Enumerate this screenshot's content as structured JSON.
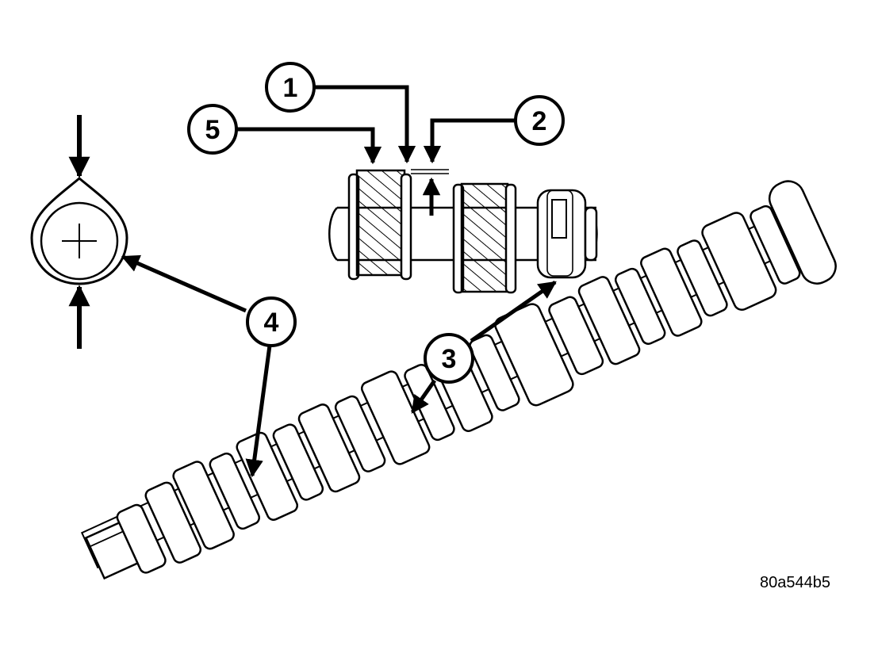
{
  "figure": {
    "reference_code": "80a544b5",
    "callouts": [
      {
        "id": "1",
        "label": "1"
      },
      {
        "id": "2",
        "label": "2"
      },
      {
        "id": "3",
        "label": "3"
      },
      {
        "id": "4",
        "label": "4"
      },
      {
        "id": "5",
        "label": "5"
      }
    ]
  },
  "colors": {
    "ink": "#000000",
    "paper": "#ffffff"
  }
}
